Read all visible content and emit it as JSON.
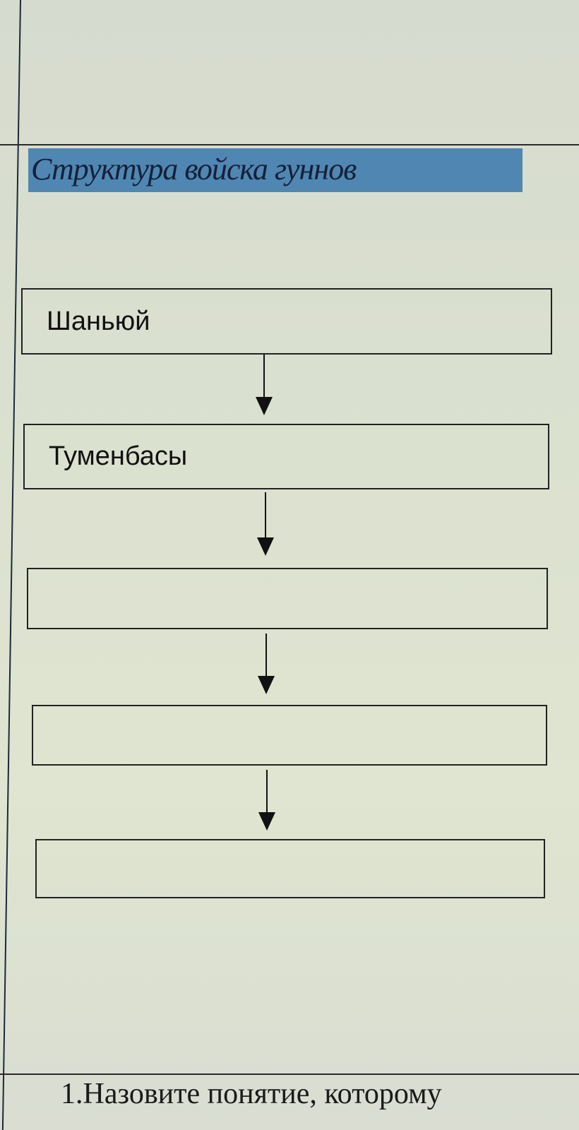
{
  "diagram": {
    "title": "Структура войска гуннов",
    "boxes": [
      {
        "label": "Шаньюй"
      },
      {
        "label": "Туменбасы"
      },
      {
        "label": ""
      },
      {
        "label": ""
      },
      {
        "label": ""
      }
    ]
  },
  "question": "1.Назовите понятие, которому",
  "colors": {
    "highlight": "#4f87b2",
    "background": "#dbe1cf"
  }
}
